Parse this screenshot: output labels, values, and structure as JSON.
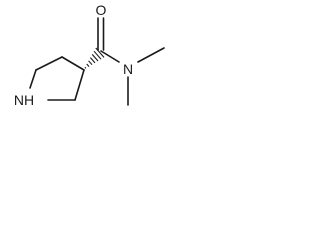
{
  "structure": {
    "atoms": {
      "carbonyl_oxygen": "O",
      "amide_nitrogen": "N",
      "ring_nitrogen": "NH"
    },
    "stereo_bond": "hashed-wedge",
    "bond_color": "#1a1a1a"
  }
}
